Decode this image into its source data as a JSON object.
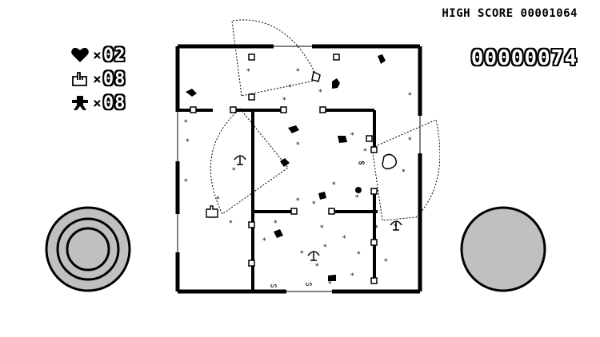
{
  "hud": {
    "high_score": "HIGH SCORE 00001064",
    "score": "00000074",
    "lives": "02",
    "ammo": "08",
    "enemies": "08",
    "multiply": "×"
  },
  "controls": {
    "joystick_icon": "joystick-icon",
    "fire_icon": "fire-button-icon"
  },
  "colors": {
    "background": "#ffffff",
    "ink": "#000000",
    "button_fill": "#c0c0c0"
  }
}
